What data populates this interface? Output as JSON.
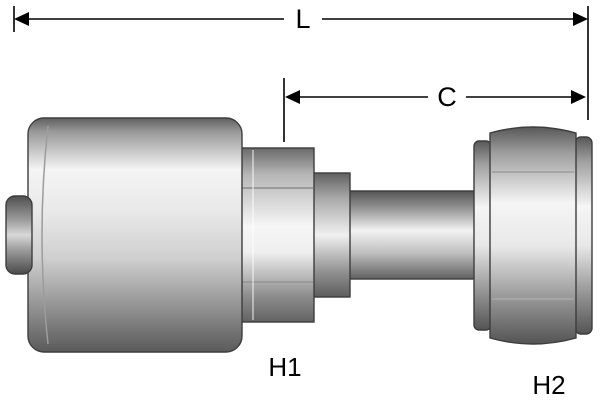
{
  "diagram": {
    "dim_l_label": "L",
    "dim_c_label": "C",
    "hex1_label": "H1",
    "hex2_label": "H2",
    "colors": {
      "background": "#ffffff",
      "dimension_line": "#000000",
      "outline": "#3d3d3d",
      "metal_highlight": "#f5f5f5",
      "metal_mid": "#c0c0c0",
      "metal_shadow": "#5a5a5a"
    }
  }
}
